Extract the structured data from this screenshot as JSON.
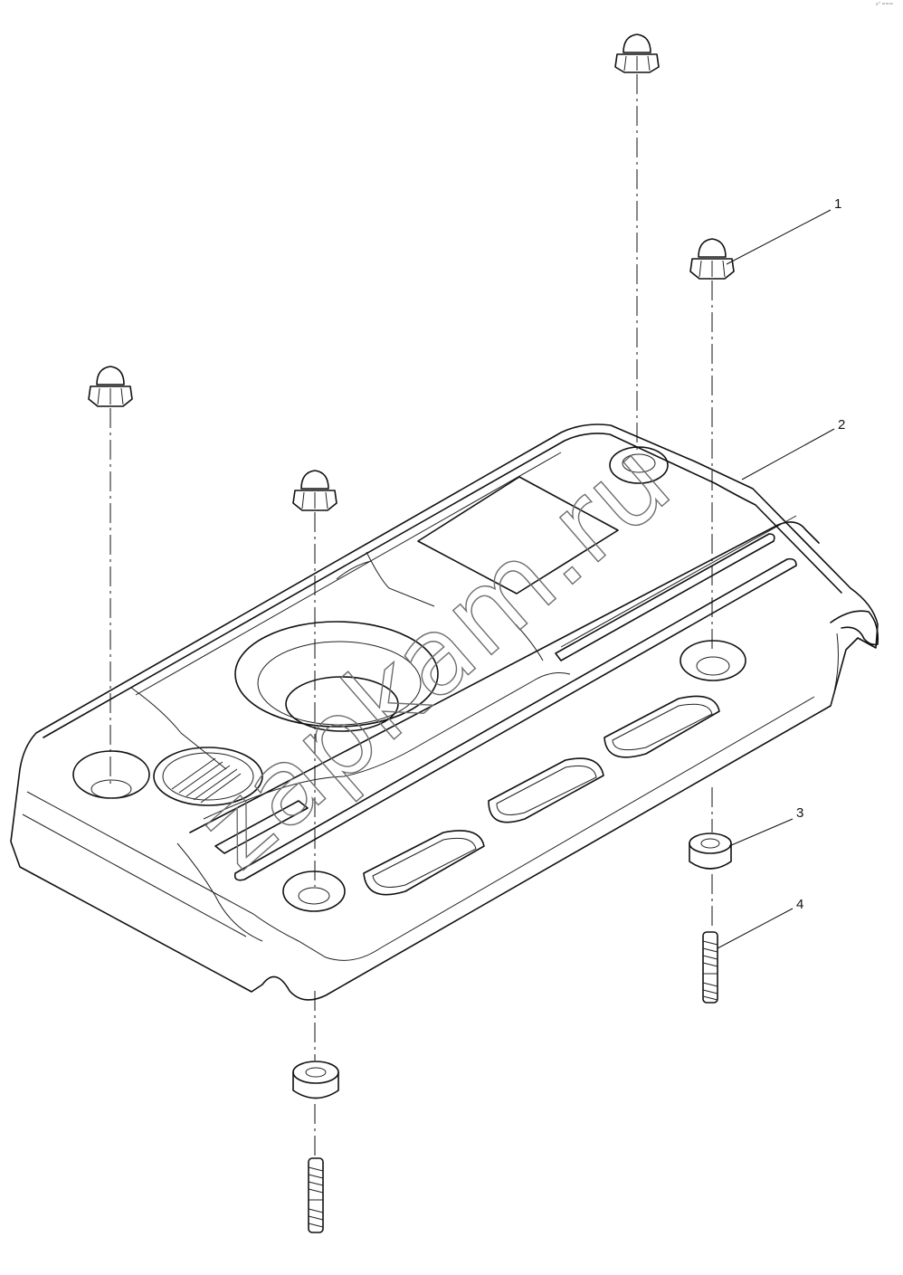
{
  "diagram": {
    "callouts": [
      {
        "id": "1",
        "label": "1"
      },
      {
        "id": "2",
        "label": "2"
      },
      {
        "id": "3",
        "label": "3"
      },
      {
        "id": "4",
        "label": "4"
      }
    ],
    "watermark": "zapkam.ru",
    "corner_mark": "s\" ==="
  }
}
